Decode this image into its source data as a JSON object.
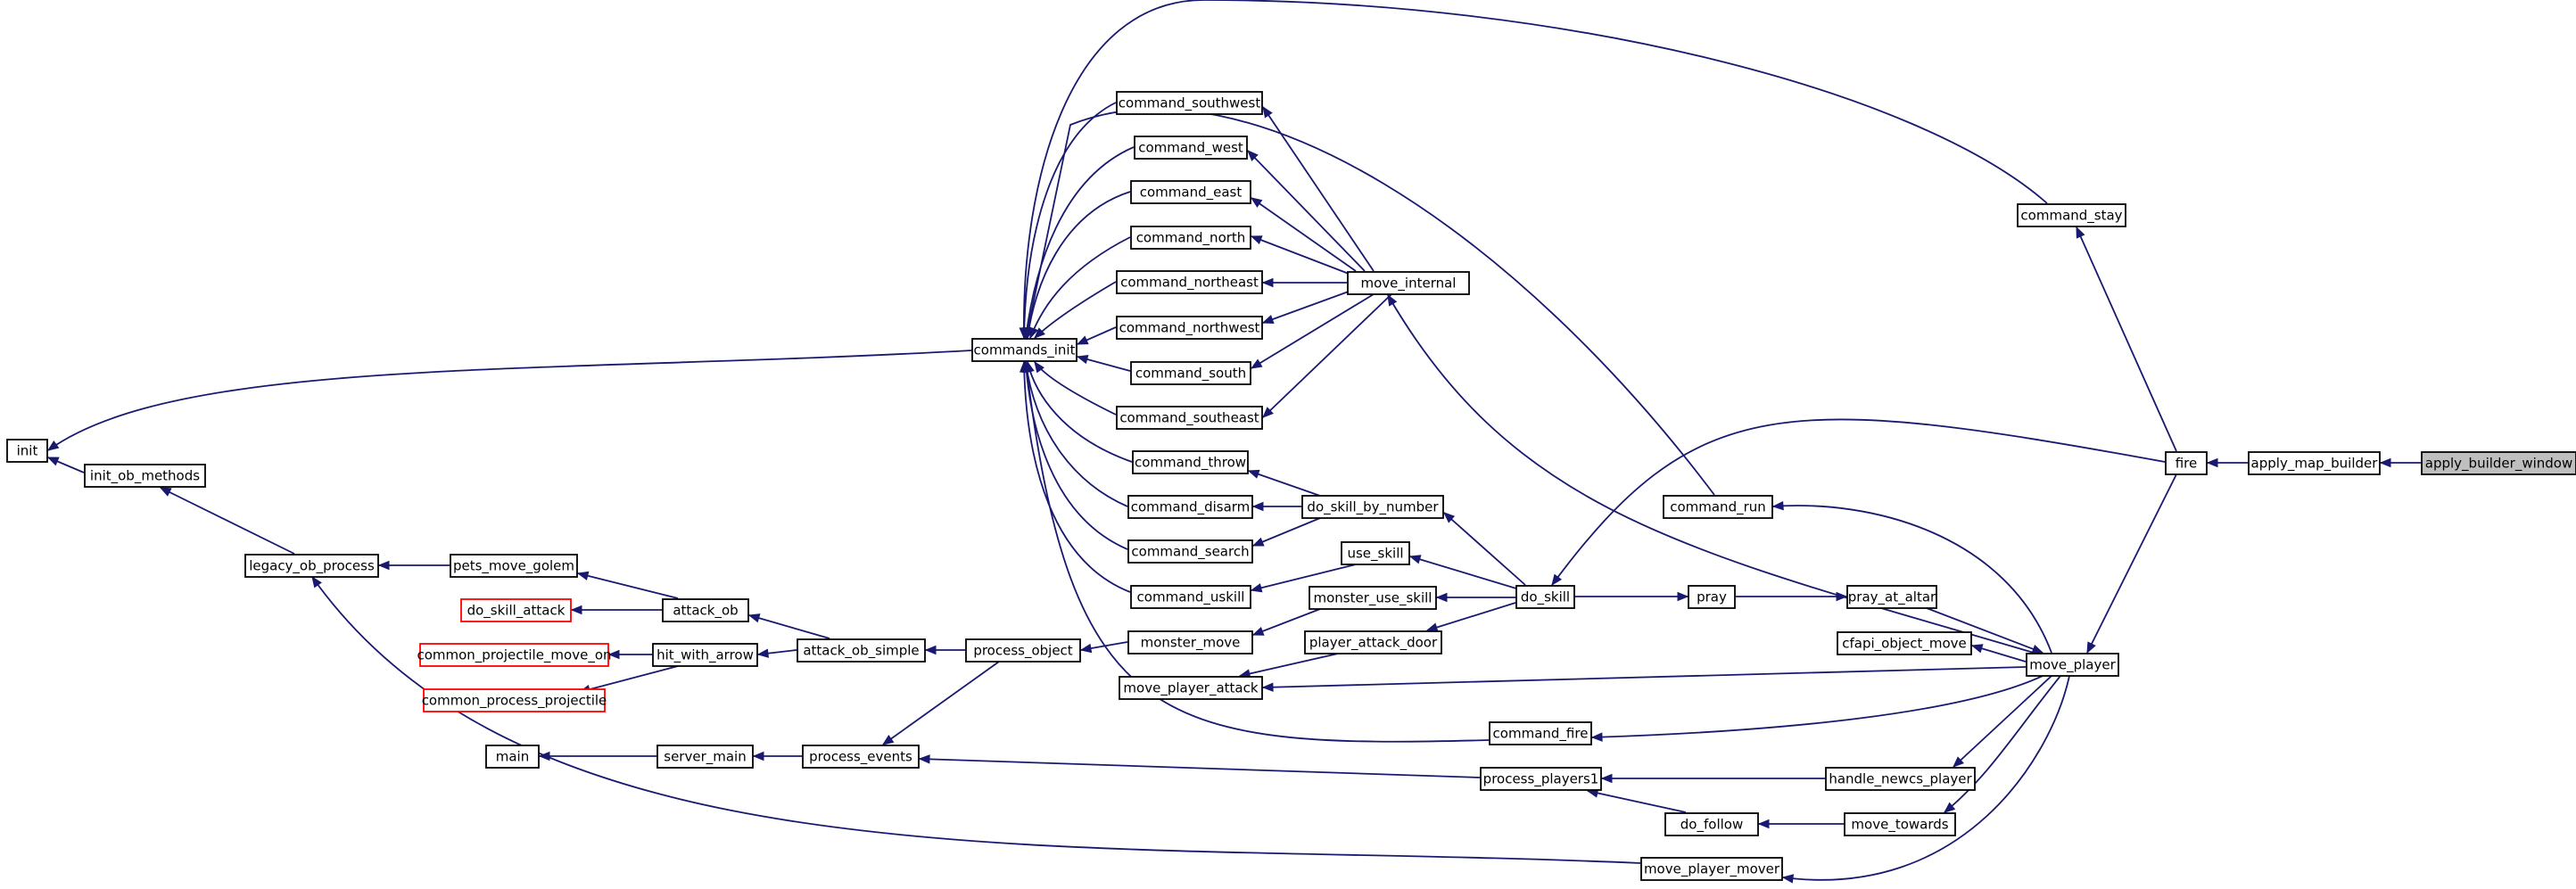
{
  "graph": {
    "edge_color": "#191970",
    "highlight_fill": "#bfbfbf",
    "external_border": "#ff0000",
    "nodes": [
      {
        "id": "apply_builder_window",
        "label": "apply_builder_window",
        "style": "root"
      },
      {
        "id": "apply_map_builder",
        "label": "apply_map_builder"
      },
      {
        "id": "fire",
        "label": "fire"
      },
      {
        "id": "command_stay",
        "label": "command_stay"
      },
      {
        "id": "move_player",
        "label": "move_player"
      },
      {
        "id": "commands_init",
        "label": "commands_init"
      },
      {
        "id": "init",
        "label": "init"
      },
      {
        "id": "do_skill",
        "label": "do_skill"
      },
      {
        "id": "do_skill_by_number",
        "label": "do_skill_by_number"
      },
      {
        "id": "command_disarm",
        "label": "command_disarm"
      },
      {
        "id": "command_search",
        "label": "command_search"
      },
      {
        "id": "command_throw",
        "label": "command_throw"
      },
      {
        "id": "monster_use_skill",
        "label": "monster_use_skill"
      },
      {
        "id": "monster_move",
        "label": "monster_move"
      },
      {
        "id": "process_object",
        "label": "process_object"
      },
      {
        "id": "attack_ob_simple",
        "label": "attack_ob_simple"
      },
      {
        "id": "attack_ob",
        "label": "attack_ob"
      },
      {
        "id": "do_skill_attack",
        "label": "do_skill_attack",
        "style": "external"
      },
      {
        "id": "pets_move_golem",
        "label": "pets_move_golem"
      },
      {
        "id": "legacy_ob_process",
        "label": "legacy_ob_process"
      },
      {
        "id": "init_ob_methods",
        "label": "init_ob_methods"
      },
      {
        "id": "hit_with_arrow",
        "label": "hit_with_arrow"
      },
      {
        "id": "common_projectile_move_on",
        "label": "common_projectile_move_on",
        "style": "external"
      },
      {
        "id": "common_process_projectile",
        "label": "common_process_projectile",
        "style": "external"
      },
      {
        "id": "process_events",
        "label": "process_events"
      },
      {
        "id": "server_main",
        "label": "server_main"
      },
      {
        "id": "main",
        "label": "main"
      },
      {
        "id": "player_attack_door",
        "label": "player_attack_door"
      },
      {
        "id": "move_player_attack",
        "label": "move_player_attack"
      },
      {
        "id": "pray",
        "label": "pray"
      },
      {
        "id": "pray_at_altar",
        "label": "pray_at_altar"
      },
      {
        "id": "use_skill",
        "label": "use_skill"
      },
      {
        "id": "command_uskill",
        "label": "command_uskill"
      },
      {
        "id": "command_run",
        "label": "command_run"
      },
      {
        "id": "move_internal",
        "label": "move_internal"
      },
      {
        "id": "command_east",
        "label": "command_east"
      },
      {
        "id": "command_north",
        "label": "command_north"
      },
      {
        "id": "command_northeast",
        "label": "command_northeast"
      },
      {
        "id": "command_northwest",
        "label": "command_northwest"
      },
      {
        "id": "command_south",
        "label": "command_south"
      },
      {
        "id": "command_southeast",
        "label": "command_southeast"
      },
      {
        "id": "command_southwest",
        "label": "command_southwest"
      },
      {
        "id": "command_west",
        "label": "command_west"
      },
      {
        "id": "cfapi_object_move",
        "label": "cfapi_object_move"
      },
      {
        "id": "command_fire",
        "label": "command_fire"
      },
      {
        "id": "handle_newcs_player",
        "label": "handle_newcs_player"
      },
      {
        "id": "process_players1",
        "label": "process_players1"
      },
      {
        "id": "move_towards",
        "label": "move_towards"
      },
      {
        "id": "do_follow",
        "label": "do_follow"
      },
      {
        "id": "move_player_mover",
        "label": "move_player_mover"
      }
    ],
    "edges": [
      [
        "apply_builder_window",
        "apply_map_builder"
      ],
      [
        "apply_map_builder",
        "fire"
      ],
      [
        "fire",
        "command_stay"
      ],
      [
        "fire",
        "move_player"
      ],
      [
        "command_stay",
        "commands_init"
      ],
      [
        "commands_init",
        "init"
      ],
      [
        "fire",
        "do_skill"
      ],
      [
        "do_skill",
        "do_skill_by_number"
      ],
      [
        "do_skill_by_number",
        "command_disarm"
      ],
      [
        "command_disarm",
        "commands_init"
      ],
      [
        "do_skill_by_number",
        "command_search"
      ],
      [
        "command_search",
        "commands_init"
      ],
      [
        "do_skill_by_number",
        "command_throw"
      ],
      [
        "command_throw",
        "commands_init"
      ],
      [
        "do_skill",
        "monster_use_skill"
      ],
      [
        "monster_use_skill",
        "monster_move"
      ],
      [
        "monster_move",
        "process_object"
      ],
      [
        "process_object",
        "attack_ob_simple"
      ],
      [
        "attack_ob_simple",
        "attack_ob"
      ],
      [
        "attack_ob",
        "do_skill_attack"
      ],
      [
        "attack_ob",
        "pets_move_golem"
      ],
      [
        "pets_move_golem",
        "legacy_ob_process"
      ],
      [
        "legacy_ob_process",
        "init_ob_methods"
      ],
      [
        "init_ob_methods",
        "init"
      ],
      [
        "attack_ob_simple",
        "hit_with_arrow"
      ],
      [
        "hit_with_arrow",
        "common_projectile_move_on"
      ],
      [
        "hit_with_arrow",
        "common_process_projectile"
      ],
      [
        "process_object",
        "process_events"
      ],
      [
        "process_events",
        "server_main"
      ],
      [
        "server_main",
        "main"
      ],
      [
        "do_skill",
        "player_attack_door"
      ],
      [
        "player_attack_door",
        "move_player_attack"
      ],
      [
        "move_player_attack",
        "move_player"
      ],
      [
        "do_skill",
        "pray"
      ],
      [
        "pray",
        "pray_at_altar"
      ],
      [
        "pray_at_altar",
        "move_player"
      ],
      [
        "do_skill",
        "use_skill"
      ],
      [
        "use_skill",
        "command_uskill"
      ],
      [
        "command_uskill",
        "commands_init"
      ],
      [
        "move_player",
        "command_run"
      ],
      [
        "command_run",
        "commands_init"
      ],
      [
        "move_player",
        "move_internal"
      ],
      [
        "move_internal",
        "command_east"
      ],
      [
        "move_internal",
        "command_north"
      ],
      [
        "move_internal",
        "command_northeast"
      ],
      [
        "move_internal",
        "command_northwest"
      ],
      [
        "move_internal",
        "command_south"
      ],
      [
        "move_internal",
        "command_southeast"
      ],
      [
        "move_internal",
        "command_southwest"
      ],
      [
        "move_internal",
        "command_west"
      ],
      [
        "command_east",
        "commands_init"
      ],
      [
        "command_north",
        "commands_init"
      ],
      [
        "command_northeast",
        "commands_init"
      ],
      [
        "command_northwest",
        "commands_init"
      ],
      [
        "command_south",
        "commands_init"
      ],
      [
        "command_southeast",
        "commands_init"
      ],
      [
        "command_southwest",
        "commands_init"
      ],
      [
        "command_west",
        "commands_init"
      ],
      [
        "move_player",
        "cfapi_object_move"
      ],
      [
        "move_player",
        "command_fire"
      ],
      [
        "command_fire",
        "commands_init"
      ],
      [
        "move_player",
        "handle_newcs_player"
      ],
      [
        "handle_newcs_player",
        "process_players1"
      ],
      [
        "process_players1",
        "process_events"
      ],
      [
        "move_player",
        "move_towards"
      ],
      [
        "move_towards",
        "do_follow"
      ],
      [
        "do_follow",
        "process_players1"
      ],
      [
        "move_player",
        "move_player_mover"
      ],
      [
        "move_player_mover",
        "legacy_ob_process"
      ],
      [
        "move_player",
        "move_player_attack"
      ]
    ]
  }
}
